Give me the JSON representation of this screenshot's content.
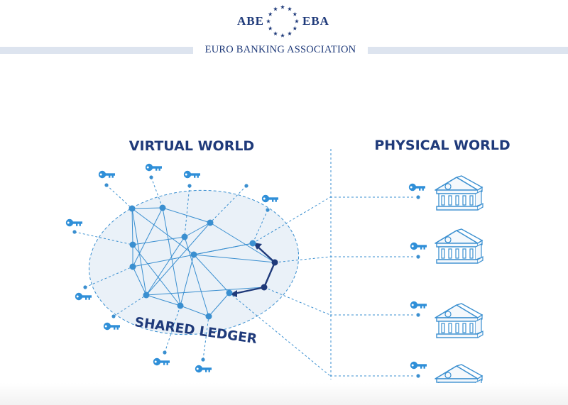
{
  "header": {
    "logo_left": "ABE",
    "logo_right": "EBA",
    "association": "EURO BANKING ASSOCIATION"
  },
  "diagram": {
    "virtual_title": "VIRTUAL WORLD",
    "physical_title": "PHYSICAL WORLD",
    "ledger_label": "SHARED LEDGER"
  },
  "colors": {
    "navy": "#1f3a7a",
    "blue": "#3a8fd0",
    "key_blue": "#2f8fd8",
    "ledger_fill": "#eaf1f8",
    "band": "#dde4ef"
  },
  "icons": {
    "keys": "key-icon",
    "banks": "bank-building-icon",
    "logo": "eu-stars-icon"
  }
}
